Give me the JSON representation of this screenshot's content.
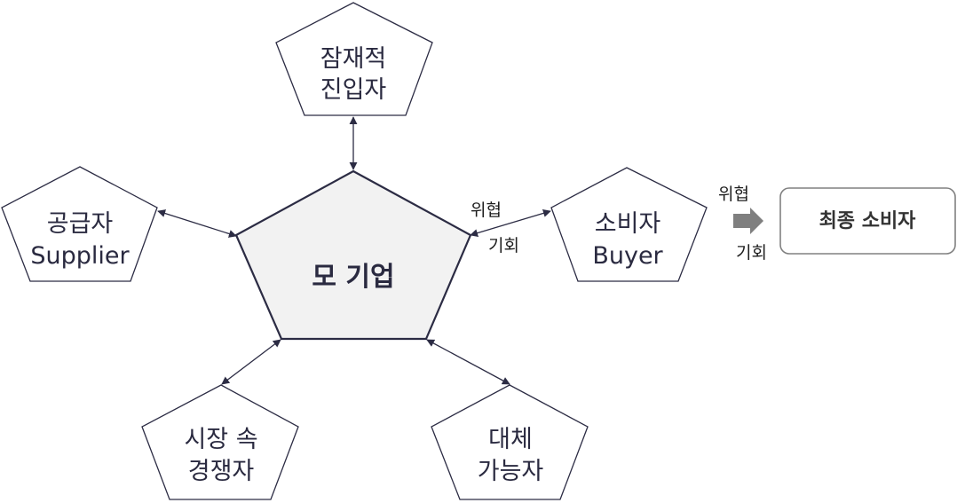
{
  "center": {
    "label": "모 기업"
  },
  "nodes": {
    "new_entrants": {
      "line1": "잠재적",
      "line2": "진입자"
    },
    "suppliers": {
      "line1": "공급자",
      "line2": "Supplier"
    },
    "buyers": {
      "line1": "소비자",
      "line2": "Buyer"
    },
    "competitors": {
      "line1": "시장 속",
      "line2": "경쟁자"
    },
    "substitutes": {
      "line1": "대체",
      "line2": "가능자"
    }
  },
  "buyer_link": {
    "threat": "위협",
    "opportunity": "기회"
  },
  "end_customer": {
    "threat": "위협",
    "opportunity": "기회",
    "label": "최종 소비자"
  },
  "colors": {
    "outline": "#2c2c44",
    "center_fill": "#f2f2f2",
    "text": "#2a2a40",
    "arrow_gray": "#7f7f7f",
    "box_border": "#808080"
  }
}
